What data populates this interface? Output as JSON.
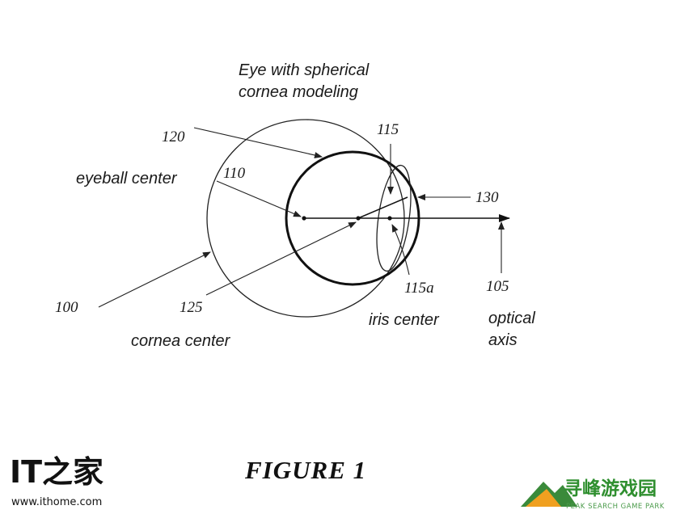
{
  "diagram": {
    "title_line1": "Eye with spherical",
    "title_line2": "cornea modeling",
    "labels": {
      "eyeball_center": "eyeball center",
      "cornea_center": "cornea center",
      "iris_center": "iris center",
      "optical_axis_line1": "optical",
      "optical_axis_line2": "axis"
    },
    "reference_numbers": {
      "eye": "100",
      "optical_axis": "105",
      "eyeball_center": "110",
      "iris": "115",
      "iris_center": "115a",
      "cornea": "120",
      "cornea_center": "125",
      "corneal_surface": "130"
    },
    "figure_caption": "FIGURE 1"
  },
  "watermarks": {
    "left_logo": "IT之家",
    "left_url": "www.ithome.com",
    "right_logo": "寻峰游戏园",
    "right_subtitle": "PEAK SEARCH GAME PARK"
  }
}
